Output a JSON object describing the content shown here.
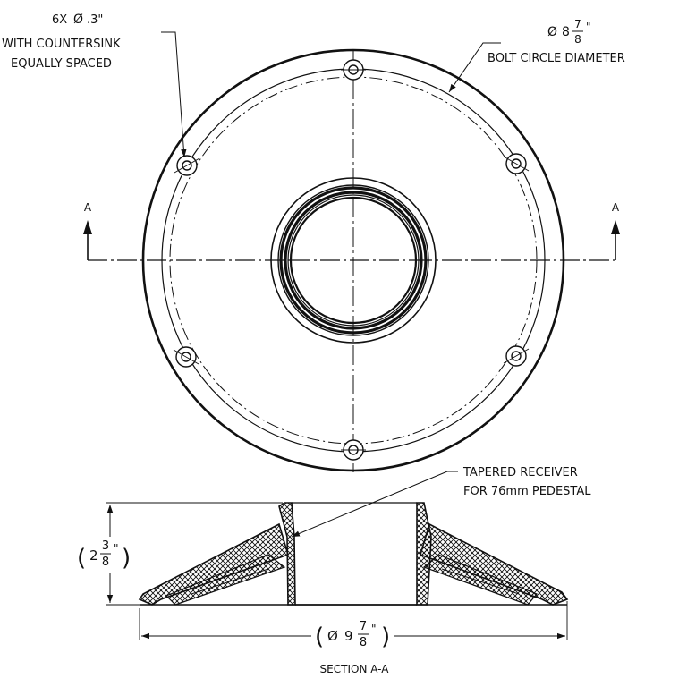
{
  "hole_note": {
    "line1": "6X",
    "dia_symbol": "Ø",
    "dia_value": ".3\"",
    "line2": "WITH COUNTERSINK",
    "line3": "EQUALLY SPACED"
  },
  "bolt_circle": {
    "dia_symbol": "Ø",
    "whole": "8",
    "frac_num": "7",
    "frac_den": "8",
    "inch": "\"",
    "label": "BOLT CIRCLE DIAMETER"
  },
  "section_marks": {
    "left": "A",
    "right": "A"
  },
  "receiver_note": {
    "line1": "TAPERED RECEIVER",
    "line2": "FOR 76mm PEDESTAL"
  },
  "height_dim": {
    "open": "(",
    "whole": "2",
    "frac_num": "3",
    "frac_den": "8",
    "inch": "\"",
    "close": ")"
  },
  "base_dim": {
    "open": "(",
    "dia_symbol": "Ø",
    "whole": "9",
    "frac_num": "7",
    "frac_den": "8",
    "inch": "\"",
    "close": ")"
  },
  "section_title": "SECTION A-A",
  "colors": {
    "line": "#111111",
    "background": "#ffffff"
  }
}
